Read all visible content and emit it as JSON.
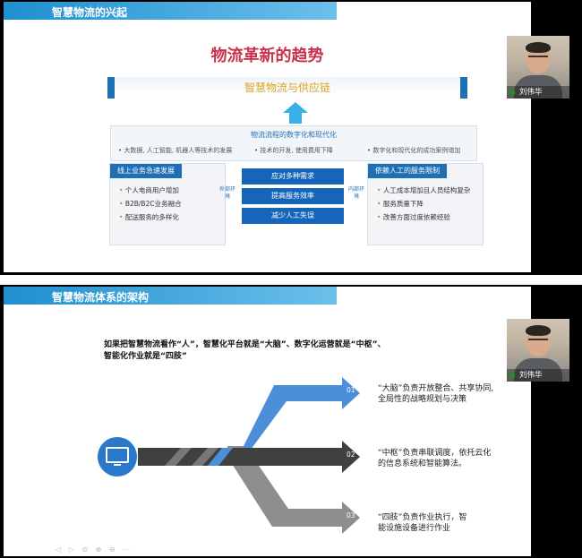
{
  "slide1": {
    "header": "智慧物流的兴起",
    "main_title": "物流革新的趋势",
    "band": "智慧物流与供应链",
    "middle": {
      "title": "物流流程的数字化和现代化",
      "items": [
        "大数据, 人工智能, 机器人等技术的发展",
        "技术的开发, 使用费用下降",
        "数字化和现代化的成功案例增加"
      ]
    },
    "left": {
      "title": "线上业务急速发展",
      "items": [
        "个人电商用户增加",
        "B2B/B2C业务融合",
        "配送服务的多样化"
      ],
      "tag": "外部环境"
    },
    "center": [
      "应对多种需求",
      "提高服务效率",
      "减少人工失误"
    ],
    "right": {
      "title": "依赖人工的服务限制",
      "items": [
        "人工成本增加且人员结构复杂",
        "服务质量下降",
        "改善方面过度依赖经验"
      ],
      "tag": "内部环境"
    },
    "bullet": "•"
  },
  "slide2": {
    "header": "智慧物流体系的架构",
    "statement_line1": "如果把智慧物流看作“人”，智慧化平台就是“大脑”、数字化运营就是“中枢”、",
    "statement_line2": "智能化作业就是“四肢”",
    "points": [
      {
        "num": "01",
        "line1": "“大脑”负责开放整合、共享协同,",
        "line2": "全局性的战略规划与决策"
      },
      {
        "num": "02",
        "line1": "“中枢”负责串联调度，依托云化",
        "line2": "的信息系统和智能算法。"
      },
      {
        "num": "03",
        "line1": "“四肢”负责作业执行，智",
        "line2": "能设施设备进行作业"
      }
    ],
    "nav_icons": "◁ ▷ ⊘ ⊕ ⊖ ⋯"
  },
  "participant": {
    "name": "刘伟华"
  },
  "colors": {
    "accent": "#1f6fb5",
    "title_red": "#c8324b",
    "band_gold": "#e0a11e",
    "arrow_blue": "#3a8fd8",
    "arrow_dark": "#454545",
    "arrow_grey": "#8e8e8e"
  }
}
